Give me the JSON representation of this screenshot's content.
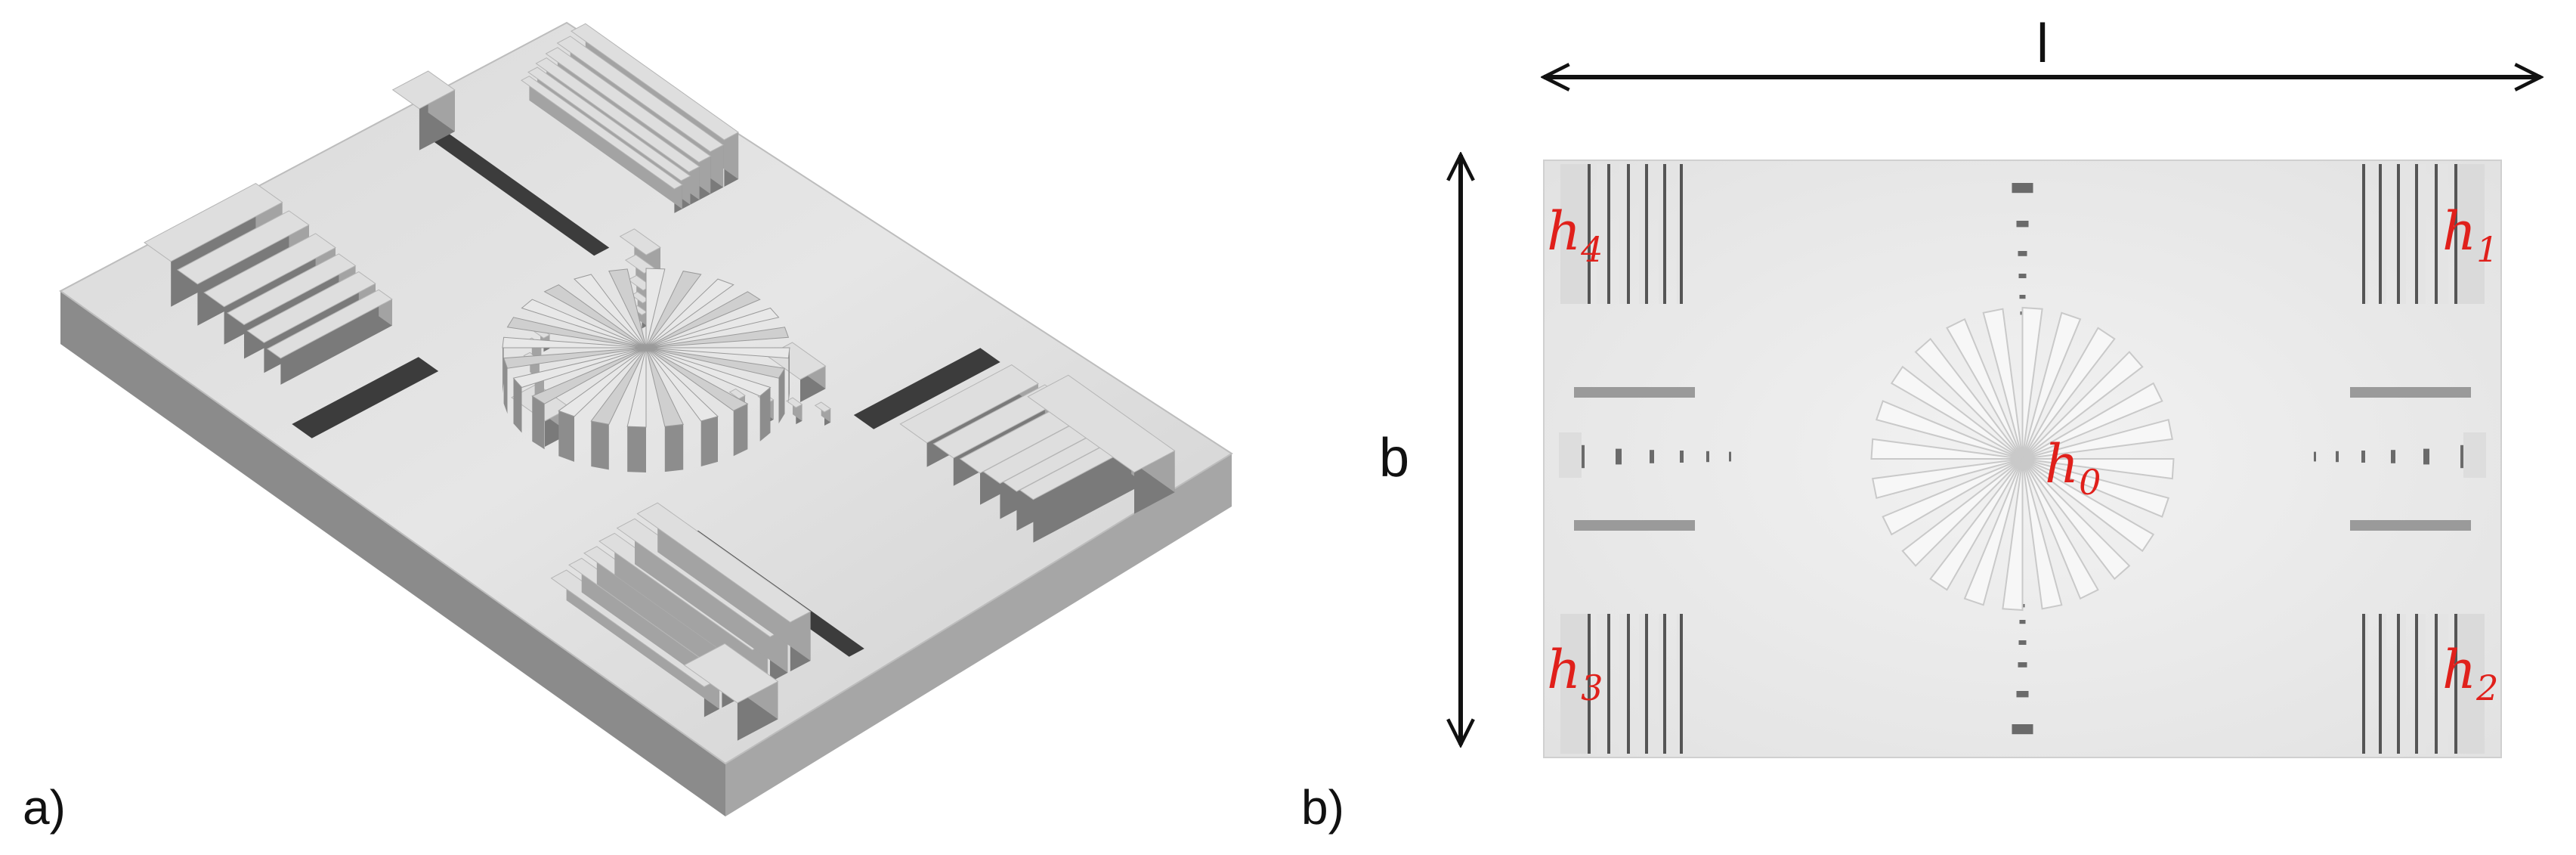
{
  "panels": {
    "a": {
      "label": "a)"
    },
    "b": {
      "label": "b)",
      "length_label": "l",
      "width_label": "b",
      "heights": [
        {
          "symbol": "h",
          "subscript": "0"
        },
        {
          "symbol": "h",
          "subscript": "1"
        },
        {
          "symbol": "h",
          "subscript": "2"
        },
        {
          "symbol": "h",
          "subscript": "3"
        },
        {
          "symbol": "h",
          "subscript": "4"
        }
      ]
    }
  },
  "colors": {
    "annotation": "#e0201b",
    "arrow": "#111111",
    "plate_top": "#e1e1e1",
    "plate_side": "#8f8f8f",
    "plate_front": "#a9a9a9",
    "topview_bg": "#ececec",
    "feature_dark": "#555555"
  }
}
